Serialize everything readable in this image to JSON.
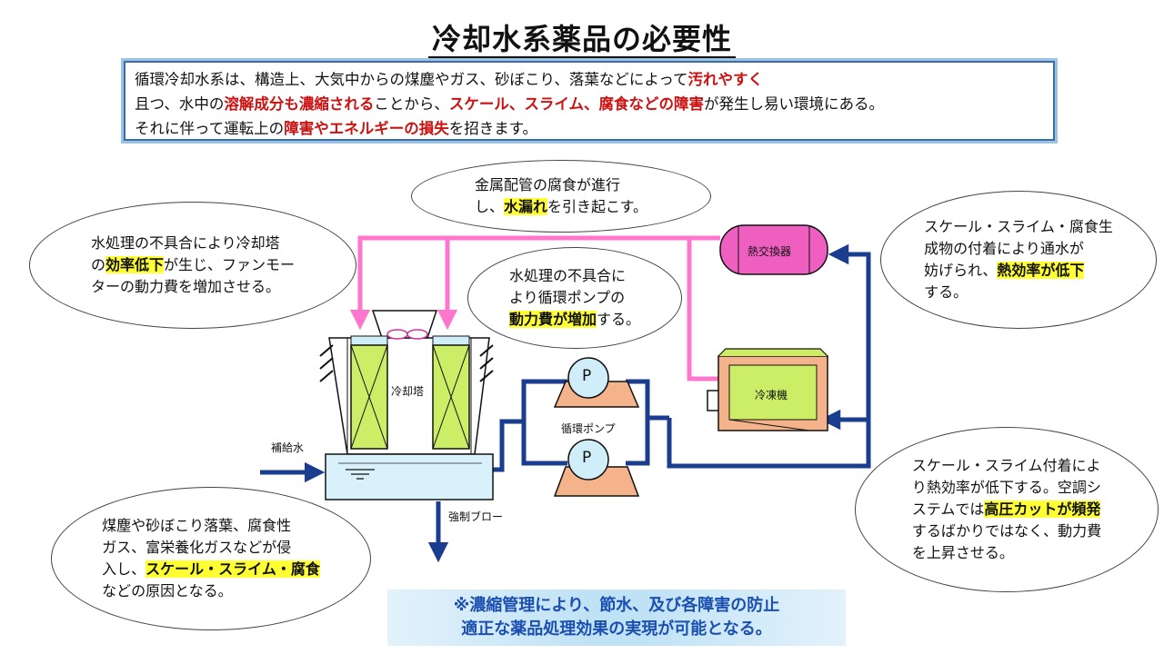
{
  "title": "冷却水系薬品の必要性",
  "intro": {
    "line1": {
      "t1": "循環冷却水系は、構造上、大気中からの煤塵やガス、砂ぼこり、落葉などによって",
      "r1": "汚れやすく"
    },
    "line2": {
      "t1": "且つ、水中の",
      "r1": "溶解成分も濃縮される",
      "t2": "ことから、",
      "r2": "スケール、スライム、腐食などの障害",
      "t3": "が発生し易い環境にある。"
    },
    "line3": {
      "t1": "それに伴って運転上の",
      "r1": "障害やエネルギーの損失",
      "t2": "を招きます。"
    }
  },
  "bubbles": {
    "pipe": {
      "l1": "金属配管の腐食が進行",
      "l2a": "し、",
      "l2h": "水漏れ",
      "l2b": "を引き起こす。"
    },
    "tower": {
      "l1": "水処理の不具合により冷却塔",
      "l2a": "の",
      "l2h": "効率低下",
      "l2b": "が生じ、ファンモー",
      "l3": "ターの動力費を増加させる。"
    },
    "pump": {
      "l1": "水処理の不具合に",
      "l2": "より循環ポンプの",
      "l3h": "動力費が増加",
      "l3b": "する。"
    },
    "exchanger": {
      "l1": "スケール・スライム・腐食生",
      "l2": "成物の付着により通水が",
      "l3a": "妨げられ、",
      "l3h": "熱効率が低下",
      "l4": "する。"
    },
    "chiller": {
      "l1": "スケール・スライム付着によ",
      "l2": "り熱効率が低下する。空調シ",
      "l3a": "ステムでは",
      "l3h": "高圧カットが頻発",
      "l4": "するばかりではなく、動力費",
      "l5": "を上昇させる。"
    },
    "basin": {
      "l1": "煤塵や砂ぼこり落葉、腐食性",
      "l2": "ガス、富栄養化ガスなどが侵",
      "l3a": "入し、",
      "l3h": "スケール・スライム・腐食",
      "l4": "などの原因となる。"
    }
  },
  "labels": {
    "tower": "冷却塔",
    "pump": "循環ポンプ",
    "makeup": "補給水",
    "blow": "強制ブロー",
    "exchanger": "熱交換器",
    "chiller": "冷凍機",
    "pump_symbol": "P"
  },
  "footer": {
    "line1": "※濃縮管理により、節水、及び各障害の防止",
    "line2": "適正な薬品処理効果の実現が可能となる。"
  },
  "colors": {
    "pipe_pink": "#ff77cc",
    "pipe_blue": "#1a3d8f",
    "fill_green": "#ccee66",
    "fill_pump_body": "#f4b38a",
    "fill_pump_head": "#cfeefa",
    "fill_basin": "#d8f1fb",
    "fill_exchanger": "#ee5fbf",
    "highlight": "#ffff33",
    "warning_red": "#cc1111"
  }
}
